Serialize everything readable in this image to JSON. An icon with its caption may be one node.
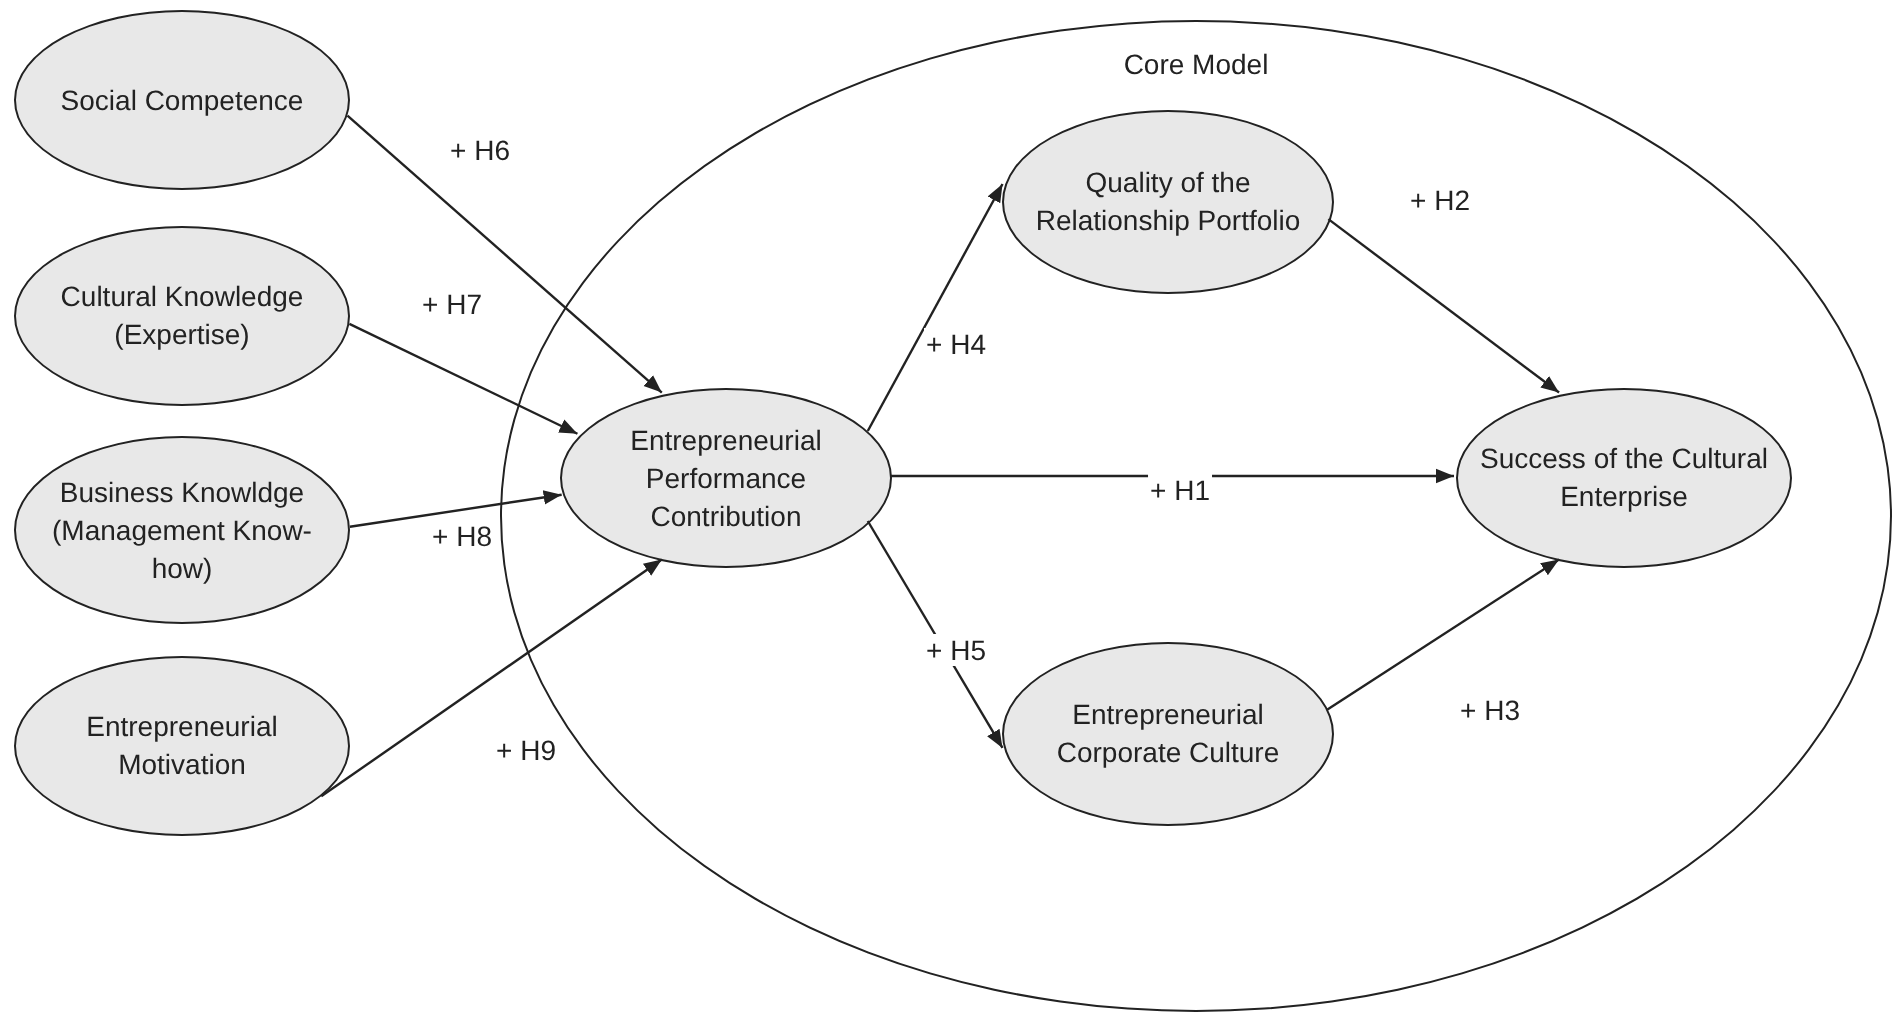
{
  "diagram": {
    "nodes": [
      {
        "text": [
          "Core Model"
        ]
      },
      {
        "text": [
          "Social Competence"
        ]
      },
      {
        "text": [
          "Cultural Knowledge (Expertise)"
        ]
      },
      {
        "text": [
          "Business Knowldge (Management Know-how)"
        ]
      },
      {
        "text": [
          "Entrepreneurial Motivation"
        ]
      },
      {
        "text": [
          "Entrepreneurial Performance Contribution"
        ],
        "in": 0
      },
      {
        "text": [
          "Quality of the Relationship Portfolio"
        ],
        "in": 0
      },
      {
        "text": [
          "Success of the Cultural Enterprise"
        ],
        "in": 0
      },
      {
        "text": [
          "Entrepreneurial Corporate Culture"
        ],
        "in": 0
      }
    ],
    "edges": [
      {
        "from": 1,
        "to": 5,
        "arrow": "to",
        "label": "+ H6"
      },
      {
        "from": 2,
        "to": 5,
        "arrow": "to",
        "label": "+ H7"
      },
      {
        "from": 3,
        "to": 5,
        "arrow": "to",
        "label": "+ H8"
      },
      {
        "from": 4,
        "to": 5,
        "arrow": "to",
        "label": "+ H9"
      },
      {
        "from": 5,
        "to": 6,
        "arrow": "to",
        "label": "+ H4"
      },
      {
        "from": 5,
        "to": 7,
        "arrow": "to",
        "label": "+ H1"
      },
      {
        "from": 5,
        "to": 8,
        "arrow": "to",
        "label": "+ H5"
      },
      {
        "from": 6,
        "to": 7,
        "arrow": "to",
        "label": "+ H2"
      },
      {
        "from": 8,
        "to": 7,
        "arrow": "to",
        "label": "+ H3"
      }
    ]
  }
}
